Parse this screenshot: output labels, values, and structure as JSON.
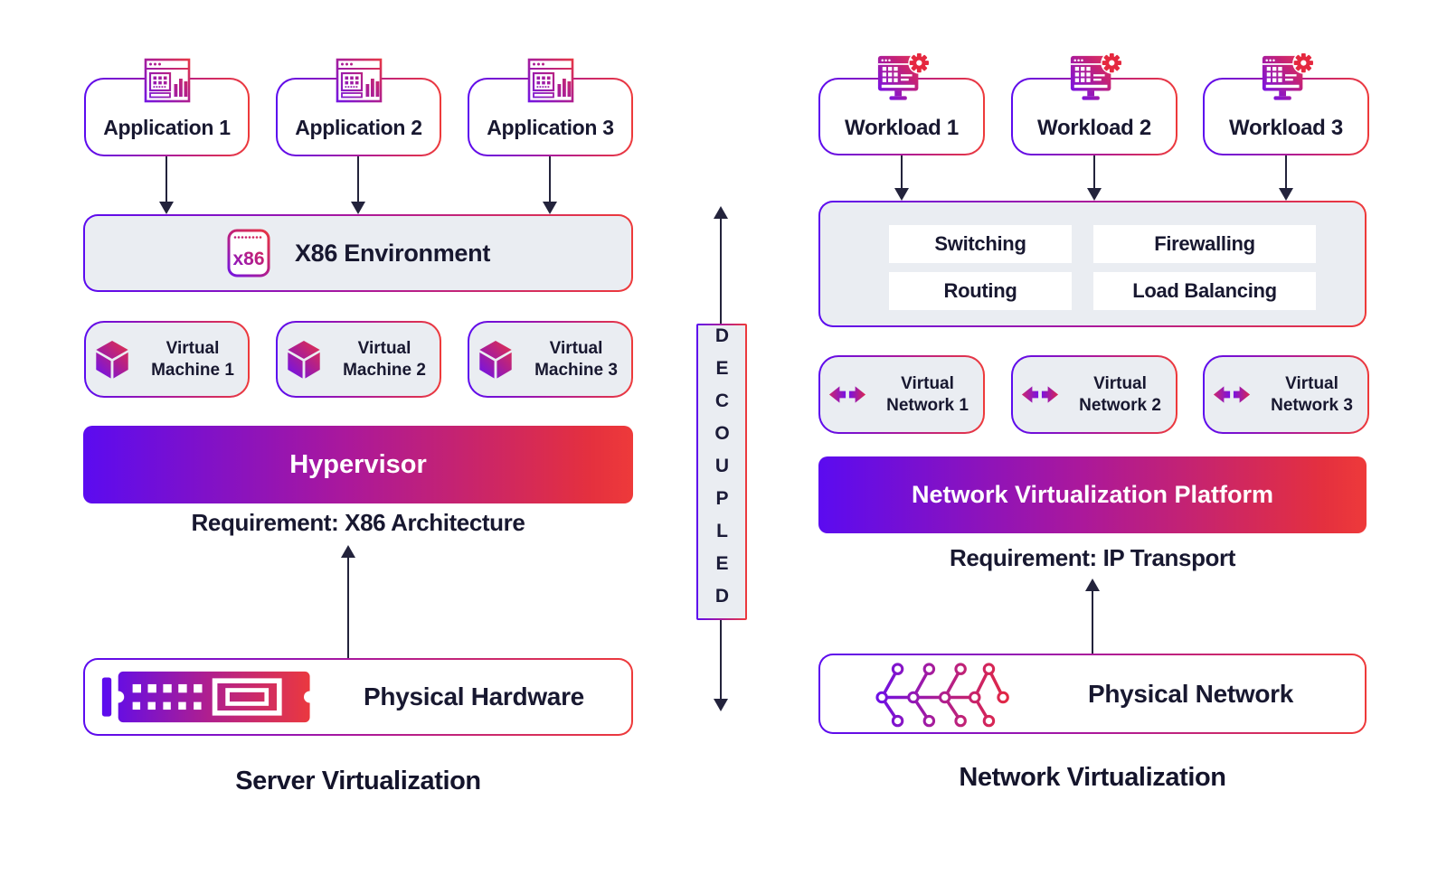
{
  "colors": {
    "gradient_start": "#5b0bf0",
    "gradient_mid": "#ab189b",
    "gradient_end": "#ee3a3a",
    "panel_bg": "#eaedf2",
    "text_dark": "#181830",
    "arrow_dark": "#23233c",
    "gear_red": "#e5283f",
    "background": "#ffffff"
  },
  "server_virtualization": {
    "applications": [
      "Application 1",
      "Application 2",
      "Application 3"
    ],
    "x86_environment_label": "X86 Environment",
    "x86_icon_text": "x86",
    "virtual_machines": [
      "Virtual Machine 1",
      "Virtual Machine 2",
      "Virtual Machine 3"
    ],
    "hypervisor_label": "Hypervisor",
    "requirement": "Requirement: X86 Architecture",
    "physical_layer_label": "Physical Hardware",
    "caption": "Server Virtualization"
  },
  "decoupled_label": "DECOUPLED",
  "network_virtualization": {
    "workloads": [
      "Workload 1",
      "Workload 2",
      "Workload 3"
    ],
    "services": [
      "Switching",
      "Firewalling",
      "Routing",
      "Load Balancing"
    ],
    "virtual_networks": [
      "Virtual Network 1",
      "Virtual Network 2",
      "Virtual Network 3"
    ],
    "platform_label": "Network Virtualization Platform",
    "requirement": "Requirement: IP Transport",
    "physical_layer_label": "Physical Network",
    "caption": "Network Virtualization"
  },
  "icons": {
    "application": "app-window-chart-icon",
    "x86": "x86-chip-icon",
    "virtual_machine": "cube-icon",
    "physical_hardware": "ram-module-icon",
    "workload": "monitor-gear-icon",
    "virtual_network": "bidirectional-arrows-icon",
    "physical_network": "network-nodes-icon",
    "decoupled": "double-headed-vertical-arrow"
  }
}
